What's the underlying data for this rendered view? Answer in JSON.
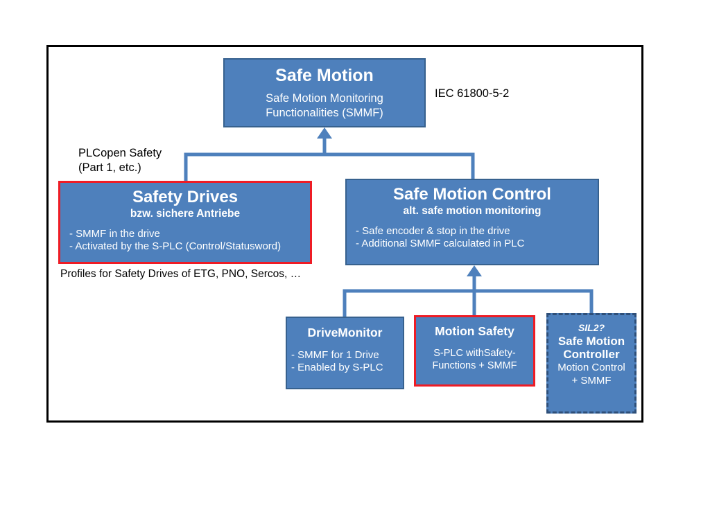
{
  "diagram": {
    "title_context": "Safe Motion architecture overview",
    "frame": {
      "border_color": "#000000"
    },
    "colors": {
      "box_fill": "#4E80BC",
      "box_border": "#37618E",
      "highlight_border": "#EE1C25",
      "dashed_border": "#2E4F79",
      "connector": "#4E80BC",
      "text_on_box": "#FFFFFF",
      "text_plain": "#000000"
    },
    "nodes": {
      "safe_motion": {
        "title": "Safe Motion",
        "body": "Safe Motion Monitoring\nFunctionalities (SMMF)"
      },
      "safety_drives": {
        "title": "Safety Drives",
        "subtitle": "bzw. sichere Antriebe",
        "body": "- SMMF in the drive\n- Activated by the S-PLC (Control/Statusword)"
      },
      "safe_motion_control": {
        "title": "Safe Motion Control",
        "subtitle": "alt. safe motion monitoring",
        "body": "- Safe encoder & stop in the drive\n- Additional SMMF calculated in PLC"
      },
      "drivemonitor": {
        "title": "DriveMonitor",
        "body": "- SMMF for 1 Drive\n- Enabled by S-PLC"
      },
      "motion_safety": {
        "title": "Motion Safety",
        "body": "S-PLC withSafety-\nFunctions + SMMF"
      },
      "safe_motion_controller": {
        "tag": "SIL2?",
        "title": "Safe Motion\nController",
        "body": "Motion Control\n+ SMMF"
      }
    },
    "labels": {
      "iec_standard": "IEC 61800-5-2",
      "plcopen": "PLCopen Safety\n(Part 1, etc.)",
      "profiles": "Profiles for Safety Drives of ETG, PNO, Sercos, …"
    }
  }
}
